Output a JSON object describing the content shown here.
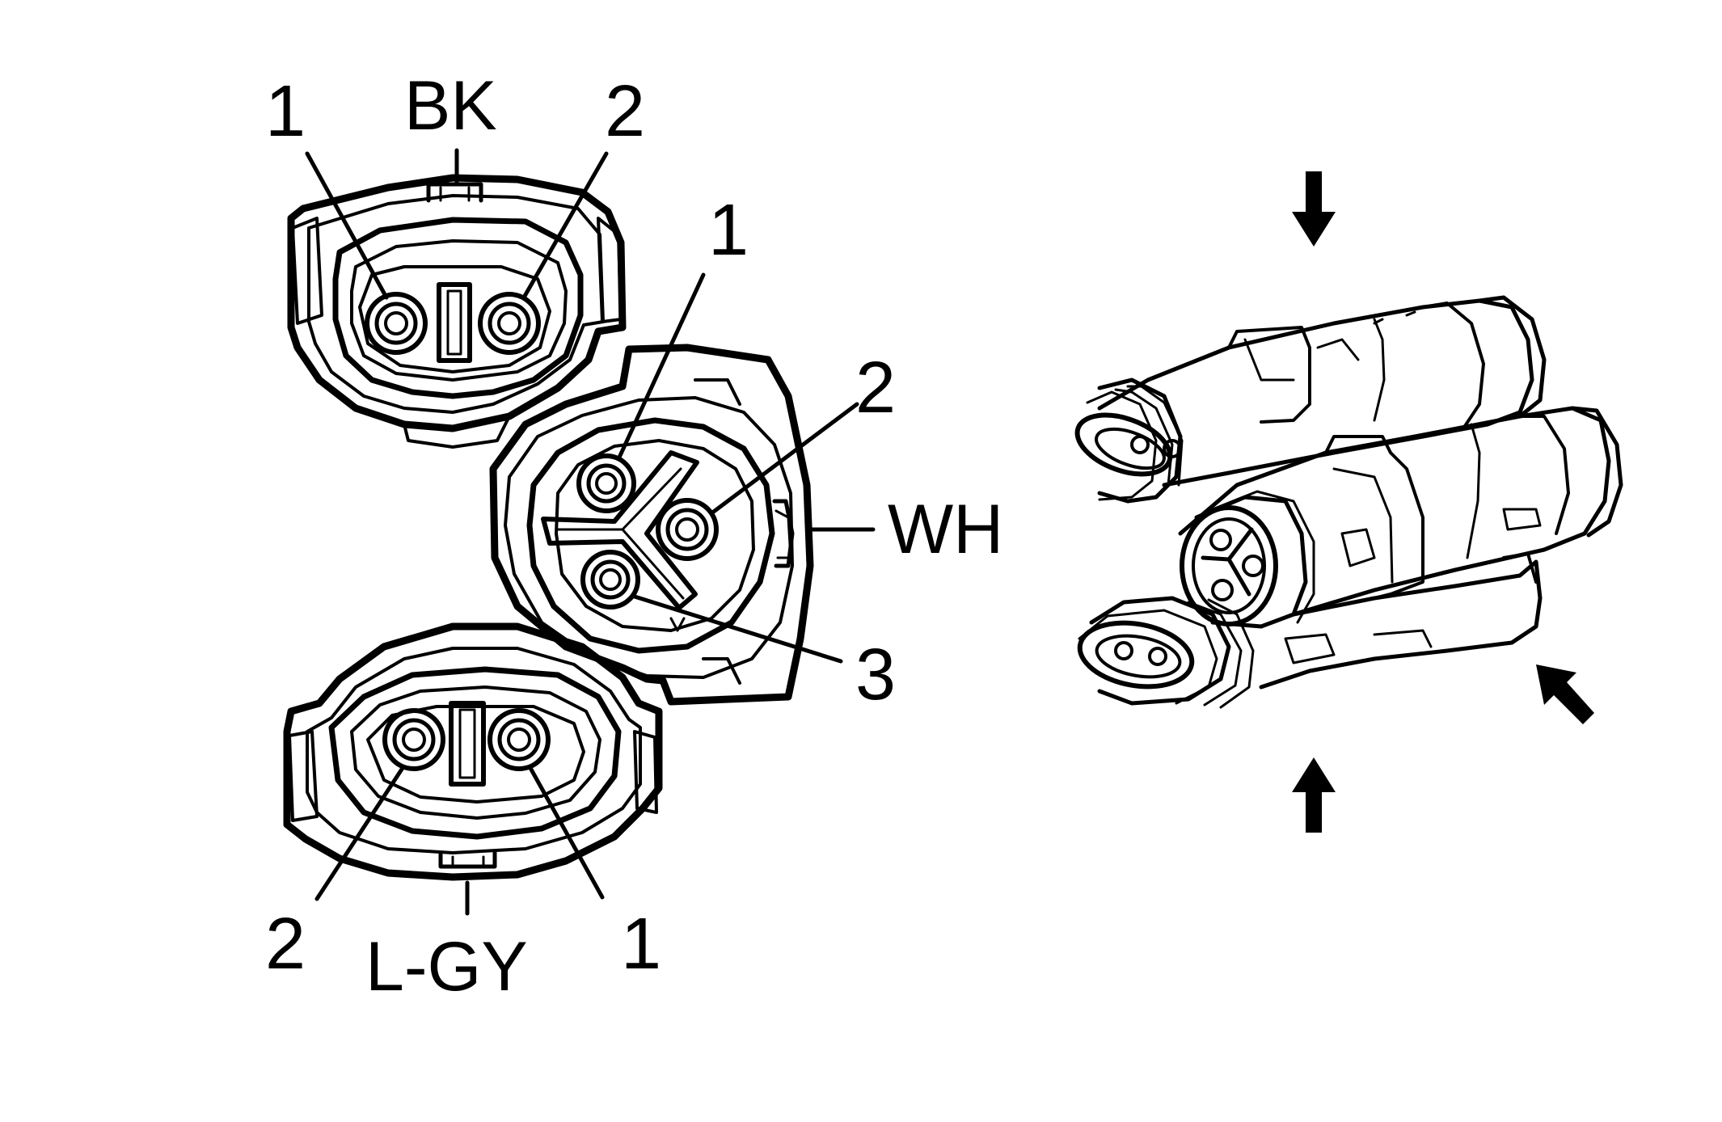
{
  "connectors": {
    "black": {
      "color_code": "BK",
      "pins": [
        "1",
        "2"
      ]
    },
    "white": {
      "color_code": "WH",
      "pins": [
        "1",
        "2",
        "3"
      ]
    },
    "light_gray": {
      "color_code": "L-GY",
      "pins": [
        "1",
        "2"
      ]
    }
  },
  "palette": {
    "ink": "#000000",
    "paper": "#ffffff"
  }
}
